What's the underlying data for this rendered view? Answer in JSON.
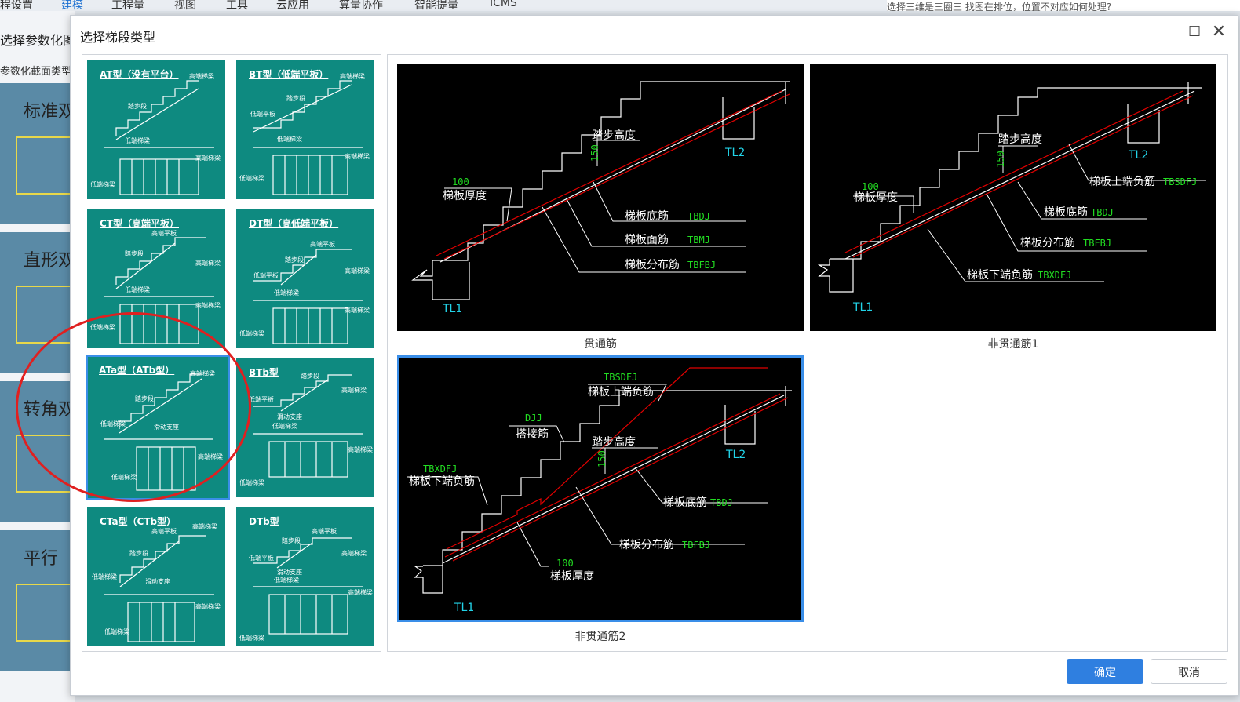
{
  "background": {
    "menu": [
      "程设置",
      "建模",
      "工程量",
      "视图",
      "工具",
      "云应用",
      "算量协作",
      "智能提量",
      "ICMS"
    ],
    "active_menu_index": 1,
    "title_fragment": "选择参数化图",
    "subtitle_fragment": "参数化截面类型",
    "cards": [
      "标准双",
      "直形双",
      "转角双",
      "平行"
    ],
    "right_fragment": "选择三维是三圈三 找图在排位，位置不对应如何处理?"
  },
  "dialog": {
    "title": "选择梯段类型",
    "maximize_icon": "maximize-icon",
    "close_icon": "close-icon",
    "ok_label": "确定",
    "cancel_label": "取消"
  },
  "types": [
    {
      "label": "AT型（没有平台）",
      "selected": false
    },
    {
      "label": "BT型（低端平板）",
      "selected": false
    },
    {
      "label": "CT型（高端平板）",
      "selected": false
    },
    {
      "label": "DT型（高低端平板）",
      "selected": false
    },
    {
      "label": "ATa型（ATb型）",
      "selected": true
    },
    {
      "label": "BTb型",
      "selected": false
    },
    {
      "label": "CTa型（CTb型）",
      "selected": false
    },
    {
      "label": "DTb型",
      "selected": false
    }
  ],
  "tile_texts": {
    "upper_beam": "高端梯梁",
    "lower_beam": "低端梯梁",
    "step_section": "踏步段",
    "high_platform": "高端平板",
    "low_platform": "低端平板",
    "sliding_support": "滑动支座"
  },
  "previews": [
    {
      "caption": "贯通筋",
      "selected": false,
      "labels": {
        "step_height": "踏步高度",
        "h150": "150",
        "tl2": "TL2",
        "t100": "100",
        "thickness": "梯板厚度",
        "bottom": "梯板底筋",
        "bottom_code": "TBDJ",
        "top": "梯板面筋",
        "top_code": "TBMJ",
        "dist": "梯板分布筋",
        "dist_code": "TBFBJ",
        "tl1": "TL1"
      }
    },
    {
      "caption": "非贯通筋1",
      "selected": false,
      "labels": {
        "step_height": "踏步高度",
        "h150": "150",
        "tl2": "TL2",
        "t100": "100",
        "thickness": "梯板厚度",
        "upper_neg": "梯板上端负筋",
        "upper_neg_code": "TBSDFJ",
        "bottom": "梯板底筋",
        "bottom_code": "TBDJ",
        "dist": "梯板分布筋",
        "dist_code": "TBFBJ",
        "lower_neg": "梯板下端负筋",
        "lower_neg_code": "TBXDFJ",
        "tl1": "TL1"
      }
    },
    {
      "caption": "非贯通筋2",
      "selected": true,
      "labels": {
        "upper_neg_code": "TBSDFJ",
        "upper_neg": "梯板上端负筋",
        "djj_code": "DJJ",
        "lap": "搭接筋",
        "step_height": "踏步高度",
        "h150": "150",
        "lower_neg_code": "TBXDFJ",
        "lower_neg": "梯板下端负筋",
        "tl2": "TL2",
        "bottom": "梯板底筋",
        "bottom_code": "TBDJ",
        "dist": "梯板分布筋",
        "dist_code": "TBFBJ",
        "t100": "100",
        "thickness": "梯板厚度",
        "tl1": "TL1"
      }
    }
  ],
  "colors": {
    "tile_bg": "#0e8a80",
    "accent": "#2f7fe0",
    "highlight": "#e02020"
  }
}
